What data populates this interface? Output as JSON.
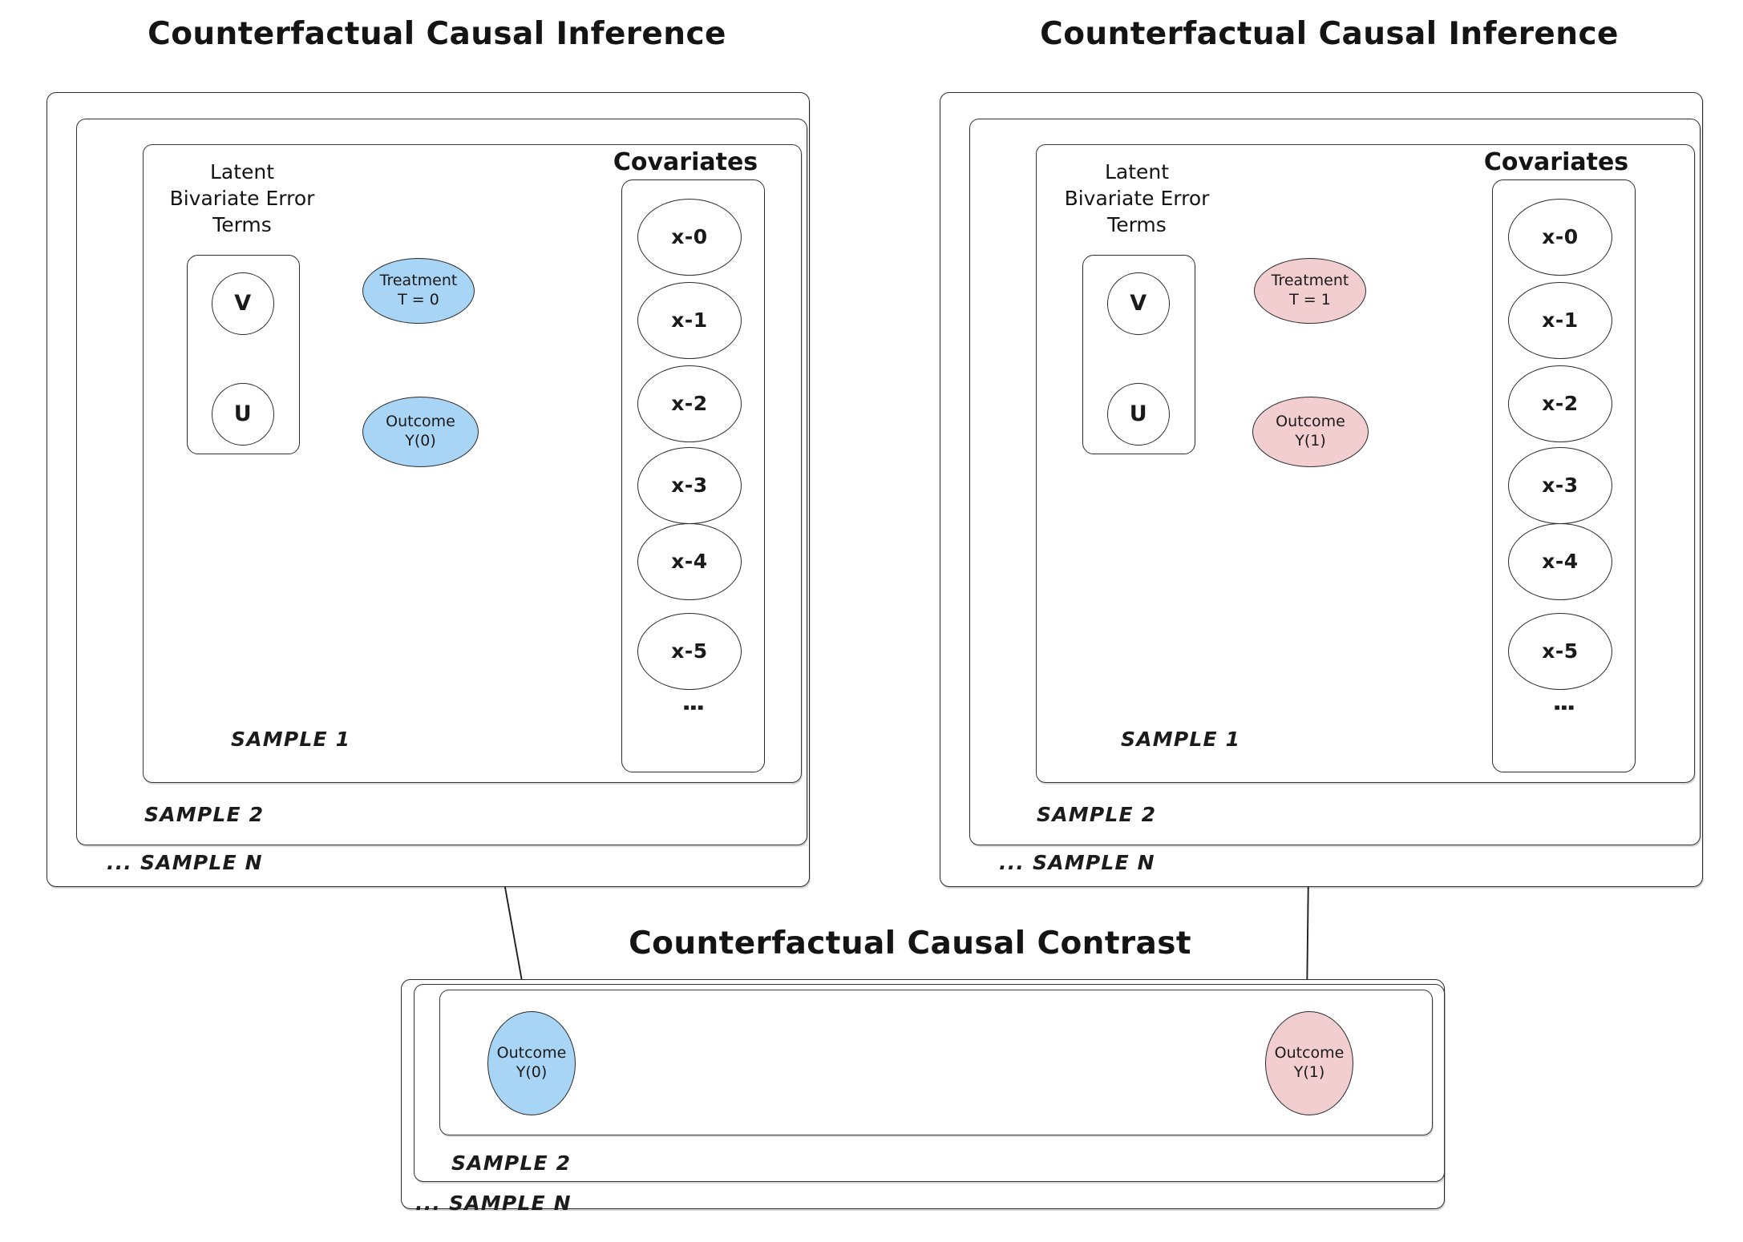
{
  "panels": {
    "left": {
      "title": "Counterfactual Causal Inference",
      "latent_caption": "Latent\nBivariate Error\nTerms",
      "covariates_caption": "Covariates",
      "latent_nodes": [
        {
          "id": "V",
          "label": "V"
        },
        {
          "id": "U",
          "label": "U"
        }
      ],
      "treatment": {
        "label": "Treatment\nT = 0",
        "color": "#a8d4f5"
      },
      "outcome": {
        "label": "Outcome\nY(0)",
        "color": "#a8d4f5"
      },
      "covariates": [
        {
          "label": "x-0"
        },
        {
          "label": "x-1"
        },
        {
          "label": "x-2"
        },
        {
          "label": "x-3"
        },
        {
          "label": "x-4"
        },
        {
          "label": "x-5"
        }
      ],
      "covariates_ellipsis": "⋮",
      "sample_labels": [
        "SAMPLE 1",
        "SAMPLE 2",
        "... SAMPLE N"
      ]
    },
    "right": {
      "title": "Counterfactual Causal Inference",
      "latent_caption": "Latent\nBivariate Error\nTerms",
      "covariates_caption": "Covariates",
      "latent_nodes": [
        {
          "id": "V",
          "label": "V"
        },
        {
          "id": "U",
          "label": "U"
        }
      ],
      "treatment": {
        "label": "Treatment\nT = 1",
        "color": "#f3ced0"
      },
      "outcome": {
        "label": "Outcome\nY(1)",
        "color": "#f3ced0"
      },
      "covariates": [
        {
          "label": "x-0"
        },
        {
          "label": "x-1"
        },
        {
          "label": "x-2"
        },
        {
          "label": "x-3"
        },
        {
          "label": "x-4"
        },
        {
          "label": "x-5"
        }
      ],
      "covariates_ellipsis": "⋮",
      "sample_labels": [
        "SAMPLE 1",
        "SAMPLE 2",
        "... SAMPLE N"
      ]
    },
    "contrast": {
      "title": "Counterfactual Causal Contrast",
      "outcome_control": {
        "label": "Outcome\nY(0)",
        "color": "#a8d4f5"
      },
      "outcome_treated": {
        "label": "Outcome\nY(1)",
        "color": "#f3ced0"
      },
      "sample_labels": [
        "SAMPLE 2",
        "... SAMPLE N"
      ]
    }
  },
  "colors": {
    "control_blue": "#a8d4f5",
    "treated_pink": "#f3ced0",
    "stroke": "#2b2b2b",
    "background": "#ffffff"
  },
  "chart_data": {
    "type": "diagram",
    "title": "Counterfactual Causal Inference / Counterfactual Causal Contrast",
    "description": "Two parallel potential-outcome DAG panels (T=0 control in blue, T=1 treated in pink) each nested in SAMPLE 1 / SAMPLE 2 / ... SAMPLE N frames, feeding a bottom Counterfactual Causal Contrast panel.",
    "nodes": [
      {
        "panel": "left",
        "id": "V",
        "label": "V",
        "group": "latent"
      },
      {
        "panel": "left",
        "id": "U",
        "label": "U",
        "group": "latent"
      },
      {
        "panel": "left",
        "id": "T0",
        "label": "Treatment T = 0",
        "group": "treatment",
        "color": "#a8d4f5"
      },
      {
        "panel": "left",
        "id": "Y0",
        "label": "Outcome Y(0)",
        "group": "outcome",
        "color": "#a8d4f5"
      },
      {
        "panel": "left",
        "id": "x-0",
        "label": "x-0",
        "group": "covariate"
      },
      {
        "panel": "left",
        "id": "x-1",
        "label": "x-1",
        "group": "covariate"
      },
      {
        "panel": "left",
        "id": "x-2",
        "label": "x-2",
        "group": "covariate"
      },
      {
        "panel": "left",
        "id": "x-3",
        "label": "x-3",
        "group": "covariate"
      },
      {
        "panel": "left",
        "id": "x-4",
        "label": "x-4",
        "group": "covariate"
      },
      {
        "panel": "left",
        "id": "x-5",
        "label": "x-5",
        "group": "covariate"
      },
      {
        "panel": "right",
        "id": "V",
        "label": "V",
        "group": "latent"
      },
      {
        "panel": "right",
        "id": "U",
        "label": "U",
        "group": "latent"
      },
      {
        "panel": "right",
        "id": "T1",
        "label": "Treatment T = 1",
        "group": "treatment",
        "color": "#f3ced0"
      },
      {
        "panel": "right",
        "id": "Y1",
        "label": "Outcome Y(1)",
        "group": "outcome",
        "color": "#f3ced0"
      },
      {
        "panel": "right",
        "id": "x-0",
        "label": "x-0",
        "group": "covariate"
      },
      {
        "panel": "right",
        "id": "x-1",
        "label": "x-1",
        "group": "covariate"
      },
      {
        "panel": "right",
        "id": "x-2",
        "label": "x-2",
        "group": "covariate"
      },
      {
        "panel": "right",
        "id": "x-3",
        "label": "x-3",
        "group": "covariate"
      },
      {
        "panel": "right",
        "id": "x-4",
        "label": "x-4",
        "group": "covariate"
      },
      {
        "panel": "right",
        "id": "x-5",
        "label": "x-5",
        "group": "covariate"
      },
      {
        "panel": "contrast",
        "id": "Y0c",
        "label": "Outcome Y(0)",
        "group": "outcome",
        "color": "#a8d4f5"
      },
      {
        "panel": "contrast",
        "id": "Y1c",
        "label": "Outcome Y(1)",
        "group": "outcome",
        "color": "#f3ced0"
      }
    ],
    "edges": [
      {
        "from": "V",
        "to": "U",
        "style": "curved",
        "panel": "left"
      },
      {
        "from": "U",
        "to": "V",
        "style": "curved",
        "panel": "left"
      },
      {
        "from": "U",
        "to": "Y0",
        "style": "straight",
        "panel": "left"
      },
      {
        "from": "T0",
        "to": "Y0",
        "style": "straight",
        "panel": "left"
      },
      {
        "from": "x-0",
        "to": "Y0",
        "style": "straight",
        "panel": "left"
      },
      {
        "from": "x-1",
        "to": "Y0",
        "style": "straight",
        "panel": "left"
      },
      {
        "from": "x-4",
        "to": "Y0",
        "style": "straight",
        "panel": "left"
      },
      {
        "from": "Y0",
        "to": "Y0c",
        "style": "straight",
        "panel": "cross"
      },
      {
        "from": "V",
        "to": "U",
        "style": "curved",
        "panel": "right"
      },
      {
        "from": "U",
        "to": "V",
        "style": "curved",
        "panel": "right"
      },
      {
        "from": "U",
        "to": "Y1",
        "style": "straight",
        "panel": "right"
      },
      {
        "from": "T1",
        "to": "Y1",
        "style": "straight",
        "panel": "right"
      },
      {
        "from": "x-0",
        "to": "Y1",
        "style": "straight",
        "panel": "right"
      },
      {
        "from": "x-1",
        "to": "Y1",
        "style": "straight",
        "panel": "right"
      },
      {
        "from": "x-4",
        "to": "Y1",
        "style": "straight",
        "panel": "right"
      },
      {
        "from": "Y1",
        "to": "Y1c",
        "style": "straight",
        "panel": "cross"
      }
    ]
  }
}
